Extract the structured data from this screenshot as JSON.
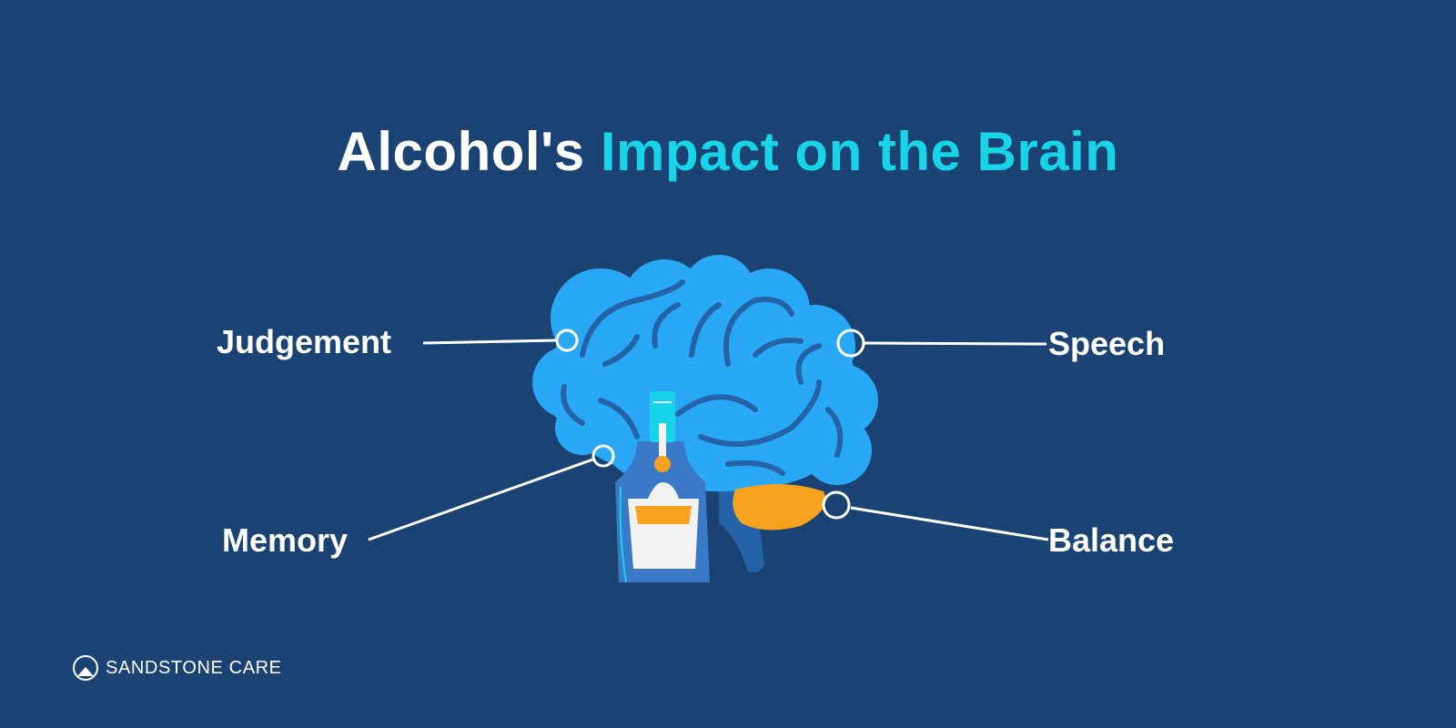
{
  "title": {
    "part1": "Alcohol's",
    "part2": "Impact on the Brain"
  },
  "labels": {
    "judgement": "Judgement",
    "speech": "Speech",
    "memory": "Memory",
    "balance": "Balance"
  },
  "brand": {
    "name": "SANDSTONE CARE"
  },
  "colors": {
    "background": "#1a4373",
    "title_accent": "#17d4e8",
    "brain": "#29a9f5",
    "brain_folds": "#2563a8",
    "cerebellum": "#f7a21e",
    "bottle": "#3a79c7",
    "bottle_cap": "#17d4e8",
    "label_white": "#f2f2f0"
  }
}
